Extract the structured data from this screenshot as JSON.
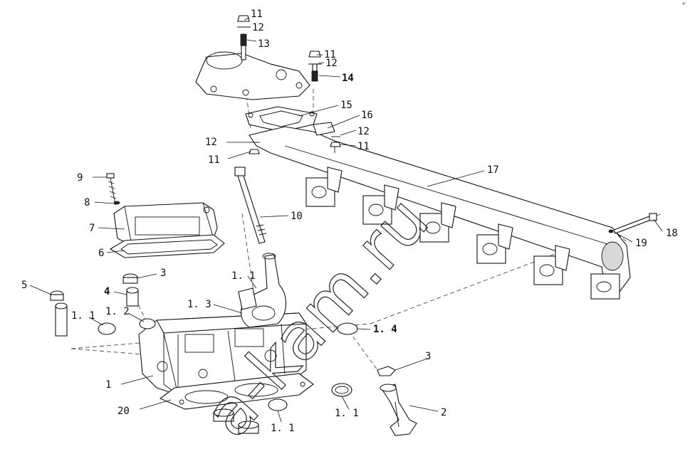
{
  "watermark": "a-kam.ru",
  "corner_mark": "⁴ᐝ",
  "labels": {
    "l1": "1",
    "l1_1a": "1. 1",
    "l1_1b": "1. 1",
    "l1_1c": "1. 1",
    "l1_1d": "1. 1",
    "l1_2": "1. 2",
    "l1_3": "1. 3",
    "l1_4": "1. 4",
    "l2": "2",
    "l3a": "3",
    "l3b": "3",
    "l4": "4",
    "l5": "5",
    "l6": "6",
    "l7": "7",
    "l8": "8",
    "l9": "9",
    "l10": "10",
    "l11a": "11",
    "l11b": "11",
    "l11c": "11",
    "l11d": "11",
    "l12a": "12",
    "l12b": "12",
    "l12c": "12",
    "l12d": "12",
    "l13": "13",
    "l14": "14",
    "l15": "15",
    "l16": "16",
    "l17": "17",
    "l18": "18",
    "l19": "19",
    "l20": "20"
  }
}
